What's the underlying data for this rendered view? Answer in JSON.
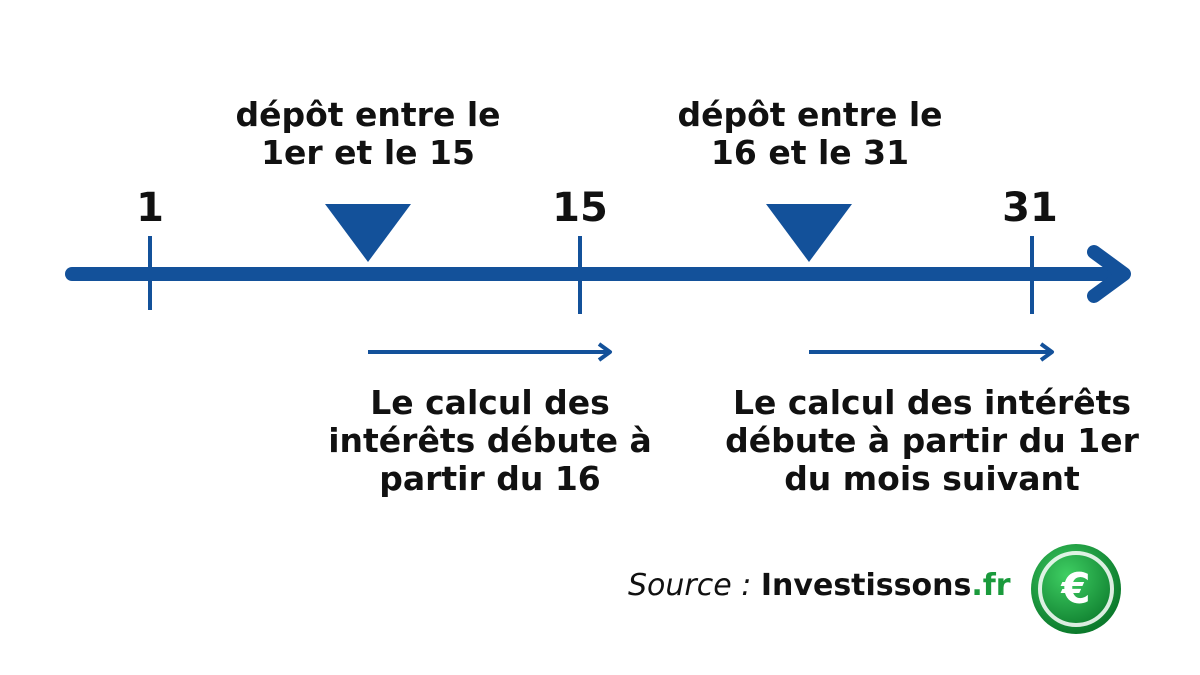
{
  "diagram": {
    "colors": {
      "primary": "#13519a",
      "text": "#111111",
      "accent": "#1a9a3c"
    },
    "ticks": [
      {
        "label": "1"
      },
      {
        "label": "15"
      },
      {
        "label": "31"
      }
    ],
    "deposits": [
      {
        "line1": "dépôt entre le",
        "line2": "1er et le 15"
      },
      {
        "line1": "dépôt entre le",
        "line2": "16 et le 31"
      }
    ],
    "notes": [
      {
        "lines": [
          "Le calcul des",
          "intérêts débute à",
          "partir du 16"
        ]
      },
      {
        "lines": [
          "Le calcul des intérêts",
          "débute à partir du 1er",
          "du mois suivant"
        ]
      }
    ]
  },
  "footer": {
    "source_label": "Source :",
    "brand_name": "Investissons",
    "brand_tld": ".fr",
    "logo_icon": "euro-coin-icon",
    "logo_symbol": "€"
  }
}
